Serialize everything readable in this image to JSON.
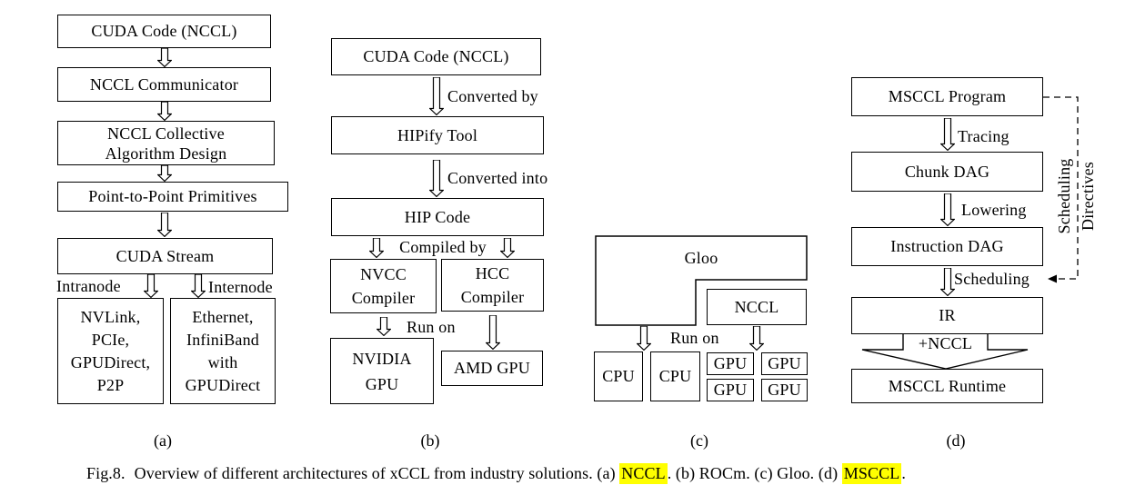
{
  "figure_caption": {
    "fig_label": "Fig.8.",
    "part1": "Overview of different architectures of xCCL from industry solutions. (a) ",
    "highlight1": "NCCL",
    "part2": ". (b) ROCm. (c) Gloo. (d) ",
    "highlight2": "MSCCL",
    "part3": ".",
    "highlight_color": "#ffff00"
  },
  "diagram_a": {
    "caption": "(a)",
    "boxes": {
      "cuda_code": "CUDA Code (NCCL)",
      "communicator": "NCCL Communicator",
      "collective": [
        "NCCL Collective",
        "Algorithm Design"
      ],
      "p2p_primitives": "Point-to-Point Primitives",
      "cuda_stream": "CUDA Stream",
      "intranode_tech": [
        "NVLink,",
        "PCIe,",
        "GPUDirect,",
        "P2P"
      ],
      "internode_tech": [
        "Ethernet,",
        "InfiniBand",
        "with",
        "GPUDirect"
      ]
    },
    "labels": {
      "intranode": "Intranode",
      "internode": "Internode"
    }
  },
  "diagram_b": {
    "caption": "(b)",
    "boxes": {
      "cuda_code": "CUDA Code (NCCL)",
      "hipify": "HIPify Tool",
      "hip_code": "HIP Code",
      "nvcc": [
        "NVCC",
        "Compiler"
      ],
      "hcc": [
        "HCC",
        "Compiler"
      ],
      "nvidia_gpu": [
        "NVIDIA",
        "GPU"
      ],
      "amd_gpu": "AMD GPU"
    },
    "labels": {
      "converted_by": "Converted by",
      "converted_into": "Converted into",
      "compiled_by": "Compiled by",
      "run_on": "Run on"
    }
  },
  "diagram_c": {
    "caption": "(c)",
    "boxes": {
      "gloo": "Gloo",
      "nccl": "NCCL",
      "cpu": [
        "CPU",
        "CPU"
      ],
      "gpu": [
        "GPU",
        "GPU",
        "GPU",
        "GPU"
      ]
    },
    "labels": {
      "run_on": "Run on"
    }
  },
  "diagram_d": {
    "caption": "(d)",
    "boxes": {
      "msccl_program": "MSCCL Program",
      "chunk_dag": "Chunk DAG",
      "instruction_dag": "Instruction DAG",
      "ir": "IR",
      "msccl_runtime": "MSCCL Runtime"
    },
    "labels": {
      "tracing": "Tracing",
      "lowering": "Lowering",
      "scheduling": "Scheduling",
      "plus_nccl": "+NCCL",
      "side_vertical": [
        "Scheduling",
        "Directives"
      ]
    }
  }
}
